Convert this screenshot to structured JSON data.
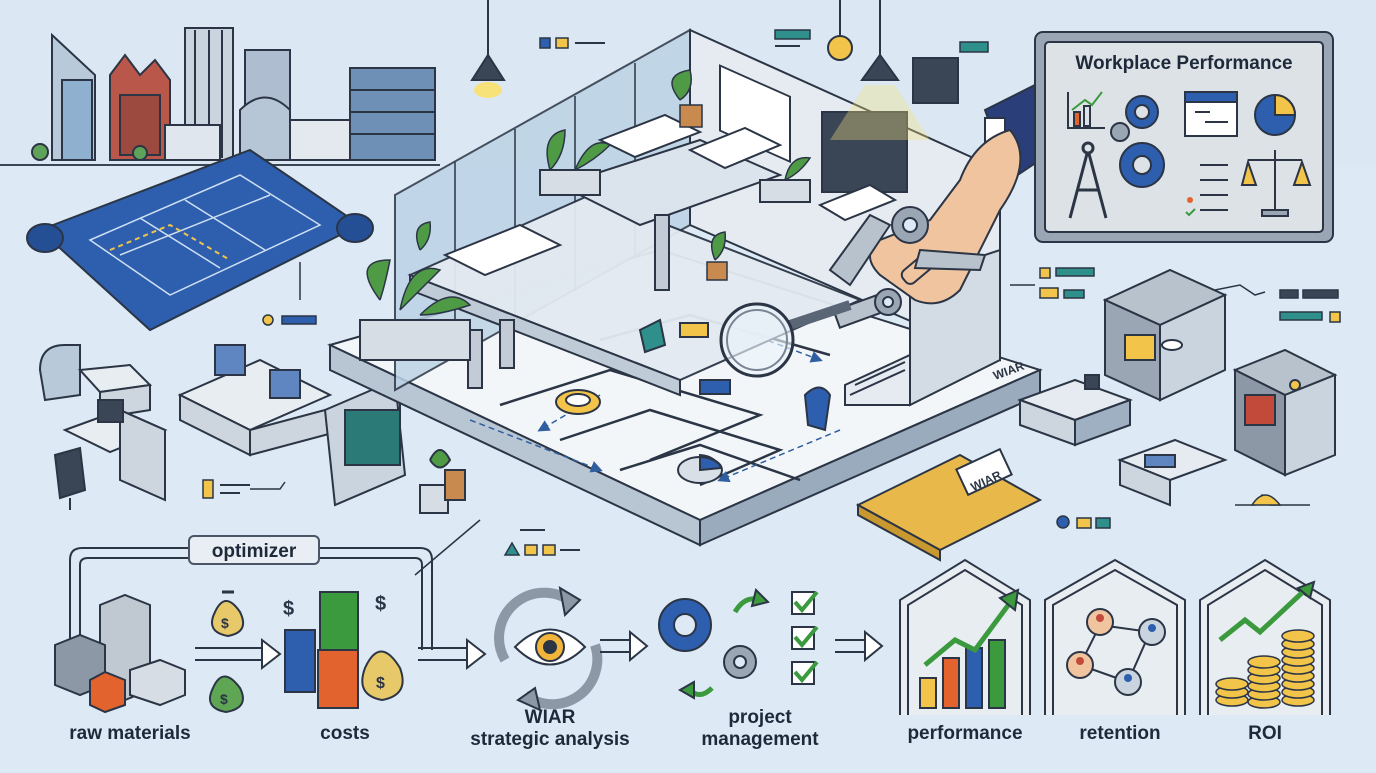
{
  "board": {
    "title": "Workplace Performance"
  },
  "loop": {
    "label": "optimizer"
  },
  "floor": {
    "wall_label": "WIAR"
  },
  "folder": {
    "label": "WIAR"
  },
  "pipeline": {
    "raw_materials": "raw materials",
    "costs": "costs",
    "wiar": "WIAR",
    "strategic_analysis": "strategic analysis",
    "project": "project",
    "management": "management",
    "performance": "performance",
    "retention": "retention",
    "roi": "ROI"
  },
  "colors": {
    "background": "#dde9f4",
    "outline": "#2b3545",
    "accent_blue": "#3a6fb8",
    "accent_green": "#3b9a3e",
    "accent_yellow": "#f2c44a",
    "accent_orange": "#e2632d"
  },
  "icons": [
    "hand-icon",
    "magnifier-icon",
    "gear-icon",
    "eye-cycle-icon",
    "checklist-icon",
    "money-bag-icon",
    "coin-stack-icon",
    "blueprint-icon"
  ]
}
